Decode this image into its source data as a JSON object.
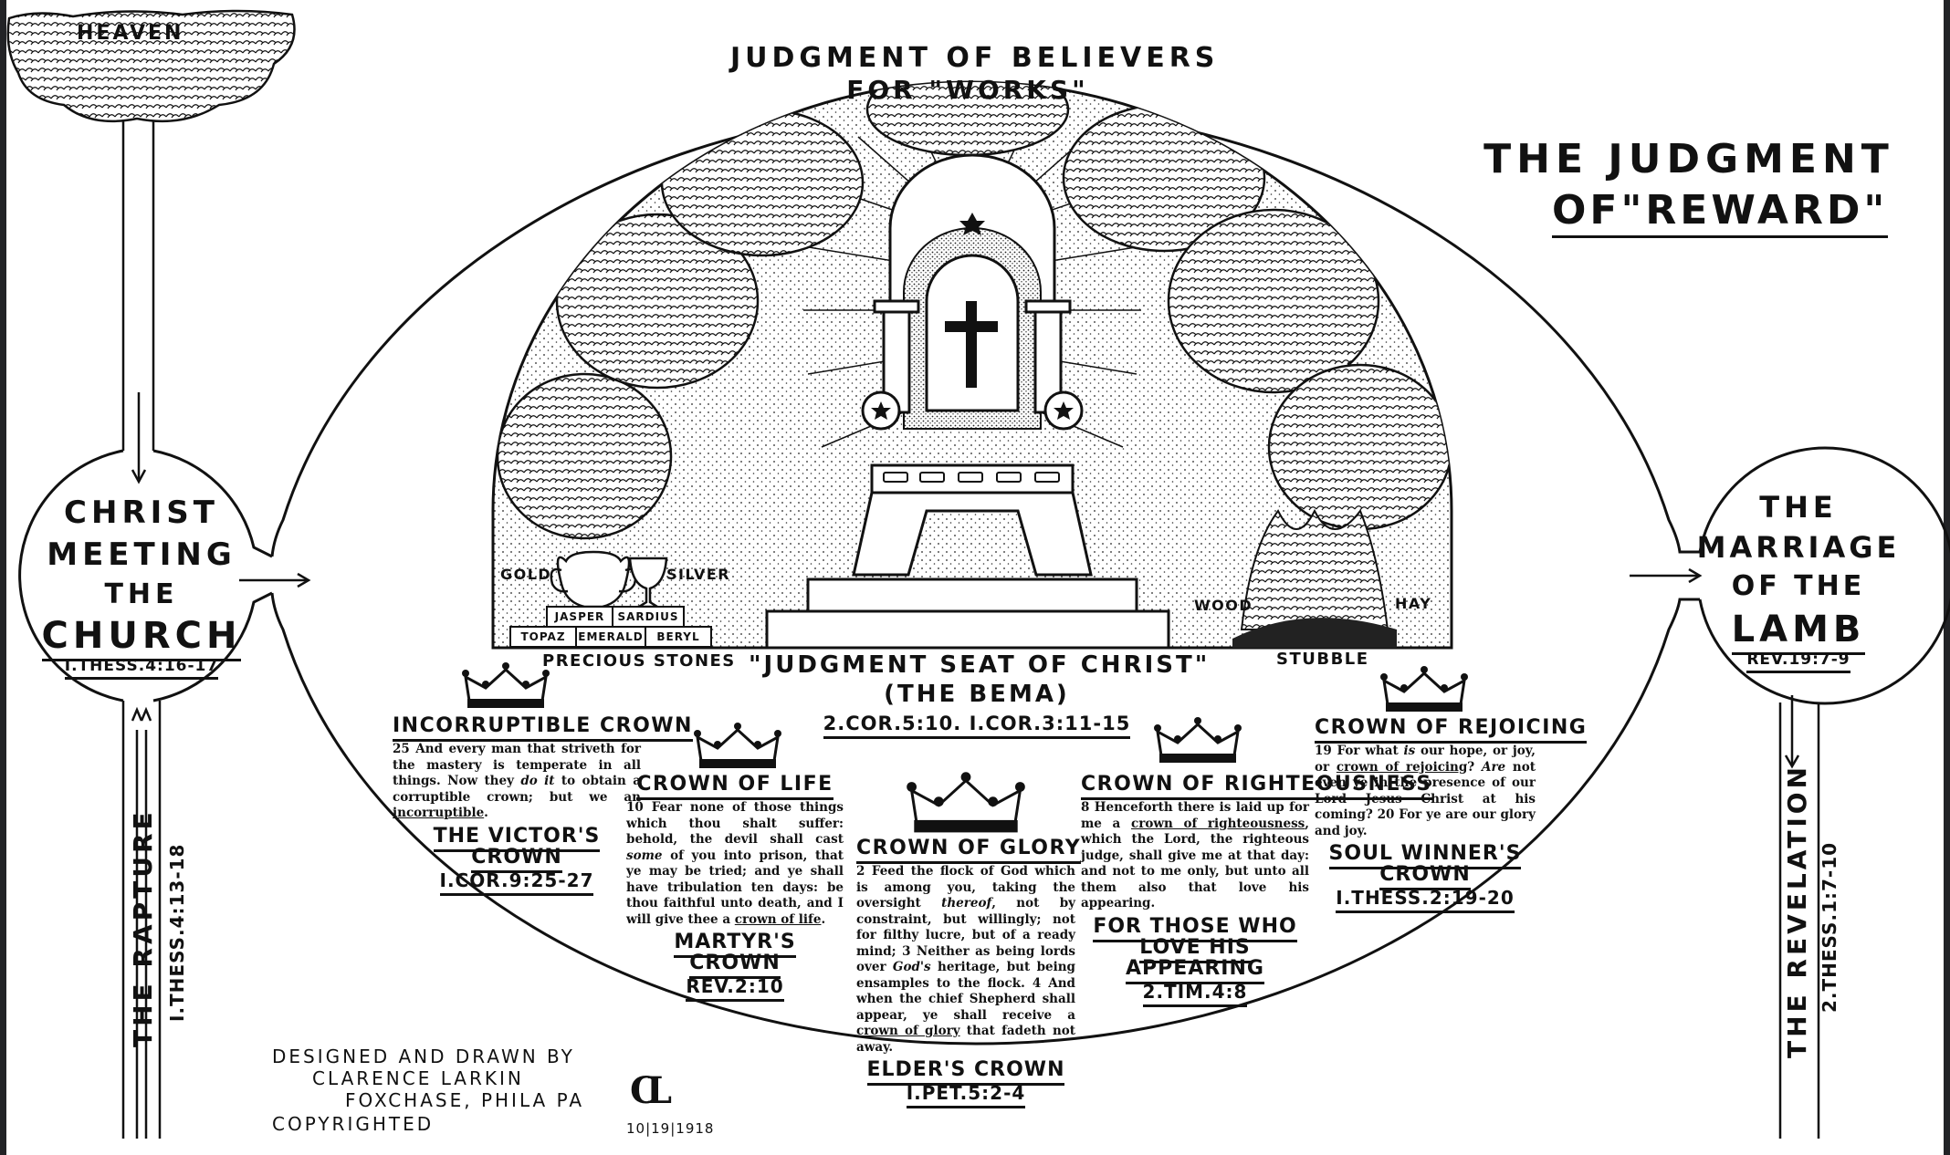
{
  "header": {
    "title_line1": "THE JUDGMENT",
    "title_line2_prefix": "OF",
    "title_line2": "\"REWARD\"",
    "arc_line1": "JUDGMENT OF BELIEVERS",
    "arc_line2": "FOR \"WORKS\""
  },
  "heaven": {
    "label": "HEAVEN"
  },
  "left_circle": {
    "lines": [
      "CHRIST",
      "MEETING",
      "THE",
      "CHURCH"
    ],
    "ref": "I.THESS.4:16-17"
  },
  "right_circle": {
    "lines": [
      "THE",
      "MARRIAGE",
      "OF THE",
      "LAMB"
    ],
    "ref": "REV.19:7-9"
  },
  "rapture": {
    "label": "THE RAPTURE",
    "ref": "I.THESS.4:13-18"
  },
  "revelation": {
    "label": "THE REVELATION",
    "ref": "2.THESS.1:7-10"
  },
  "bema": {
    "title": "\"JUDGMENT SEAT OF CHRIST\"",
    "subtitle": "(THE BEMA)",
    "refs": "2.COR.5:10. I.COR.3:11-15",
    "materials": {
      "gold": "GOLD",
      "silver": "SILVER",
      "wood": "WOOD",
      "hay": "HAY",
      "stubble": "STUBBLE",
      "precious_stones_label": "PRECIOUS STONES",
      "stones_top": [
        "JASPER",
        "SARDIUS"
      ],
      "stones_bottom": [
        "TOPAZ",
        "EMERALD",
        "BERYL"
      ]
    }
  },
  "crowns": [
    {
      "id": "incorruptible",
      "title": "INCORRUPTIBLE CROWN",
      "verse": [
        {
          "t": "25 And every man that striveth for the mastery is temperate in all things. Now they "
        },
        {
          "t": "do it",
          "i": true
        },
        {
          "t": " to obtain a corruptible crown; but we an "
        },
        {
          "t": "incorruptible",
          "u": true
        },
        {
          "t": "."
        }
      ],
      "name": "THE VICTOR'S CROWN",
      "ref": "I.COR.9:25-27"
    },
    {
      "id": "life",
      "title": "CROWN OF LIFE",
      "verse": [
        {
          "t": "10 Fear none of those things which thou shalt suffer: behold, the devil shall cast "
        },
        {
          "t": "some",
          "i": true
        },
        {
          "t": " of you into prison, that ye may be tried; and ye shall have tribulation ten days: be thou faithful unto death, and I will give thee a "
        },
        {
          "t": "crown of life",
          "u": true
        },
        {
          "t": "."
        }
      ],
      "name": "MARTYR'S CROWN",
      "ref": "REV.2:10"
    },
    {
      "id": "glory",
      "title": "CROWN OF GLORY",
      "verse": [
        {
          "t": "2 Feed the flock of God which is among you, taking the oversight "
        },
        {
          "t": "thereof",
          "i": true
        },
        {
          "t": ", not by constraint, but willingly; not for filthy lucre, but of a ready mind; 3 Neither as being lords over "
        },
        {
          "t": "God's",
          "i": true
        },
        {
          "t": " heritage, but being ensamples to the flock. 4 And when the chief Shepherd shall appear, ye shall receive a "
        },
        {
          "t": "crown of glory",
          "u": true
        },
        {
          "t": " that fadeth not away."
        }
      ],
      "name": "ELDER'S CROWN",
      "ref": "I.PET.5:2-4"
    },
    {
      "id": "righteousness",
      "title": "CROWN OF RIGHTEOUSNESS",
      "verse": [
        {
          "t": "8 Henceforth there is laid up for me a "
        },
        {
          "t": "crown of righteousness",
          "u": true
        },
        {
          "t": ", which the Lord, the righteous judge, shall give me at that day: and not to me only, but unto all them also that love his appearing."
        }
      ],
      "name": "FOR THOSE WHO LOVE HIS APPEARING",
      "ref": "2.TIM.4:8"
    },
    {
      "id": "rejoicing",
      "title": "CROWN OF REJOICING",
      "verse": [
        {
          "t": "19 For what "
        },
        {
          "t": "is",
          "i": true
        },
        {
          "t": " our hope, or joy, or "
        },
        {
          "t": "crown of rejoicing",
          "u": true
        },
        {
          "t": "? "
        },
        {
          "t": "Are",
          "i": true
        },
        {
          "t": " not even ye in the presence of our Lord Jesus Christ at his coming? 20 For ye are our glory and joy."
        }
      ],
      "name": "SOUL WINNER'S CROWN",
      "ref": "I.THESS.2:19-20"
    }
  ],
  "credits": {
    "lines": [
      "DESIGNED AND DRAWN BY",
      "CLARENCE LARKIN",
      "FOXCHASE, PHILA PA",
      "COPYRIGHTED"
    ],
    "monogram": "CL",
    "date": "10|19|1918"
  }
}
